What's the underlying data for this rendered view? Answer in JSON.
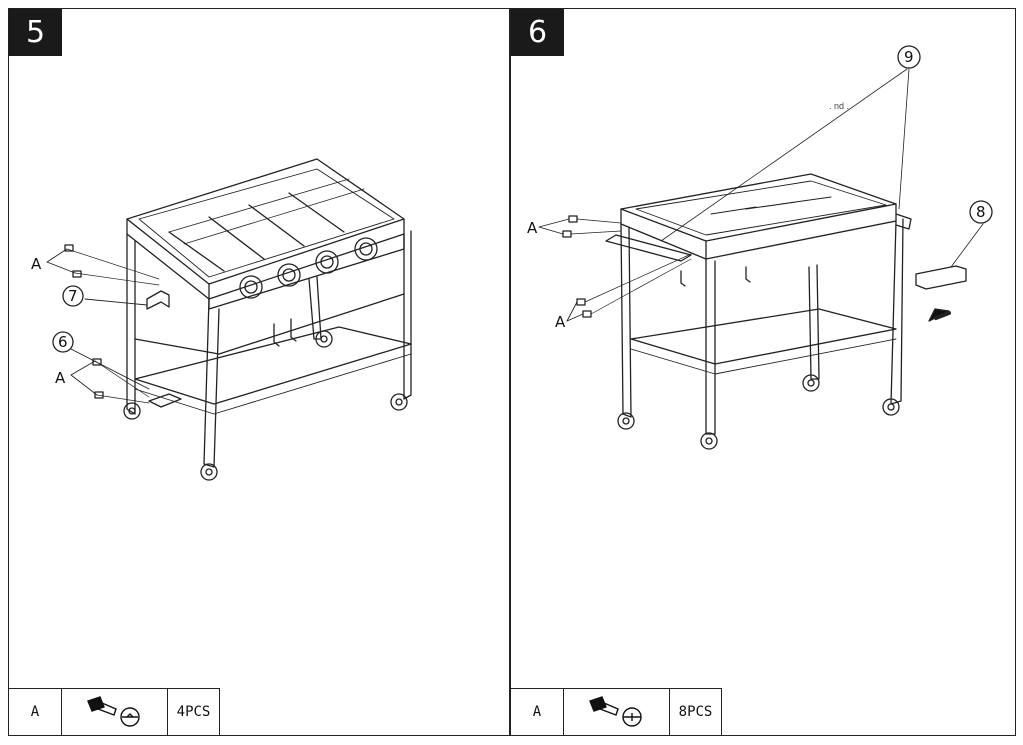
{
  "steps": [
    {
      "number": "5",
      "labels": {
        "a_upper": "A",
        "a_lower": "A",
        "part7": "7",
        "part6": "6"
      },
      "hardware": {
        "code": "A",
        "icon": "bolt-icon",
        "qty": "4PCS"
      }
    },
    {
      "number": "6",
      "labels": {
        "a_upper": "A",
        "a_lower": "A",
        "part9": "9",
        "part8": "8",
        "note": ". nd ."
      },
      "hardware": {
        "code": "A",
        "icon": "bolt-icon",
        "qty": "8PCS"
      }
    }
  ]
}
